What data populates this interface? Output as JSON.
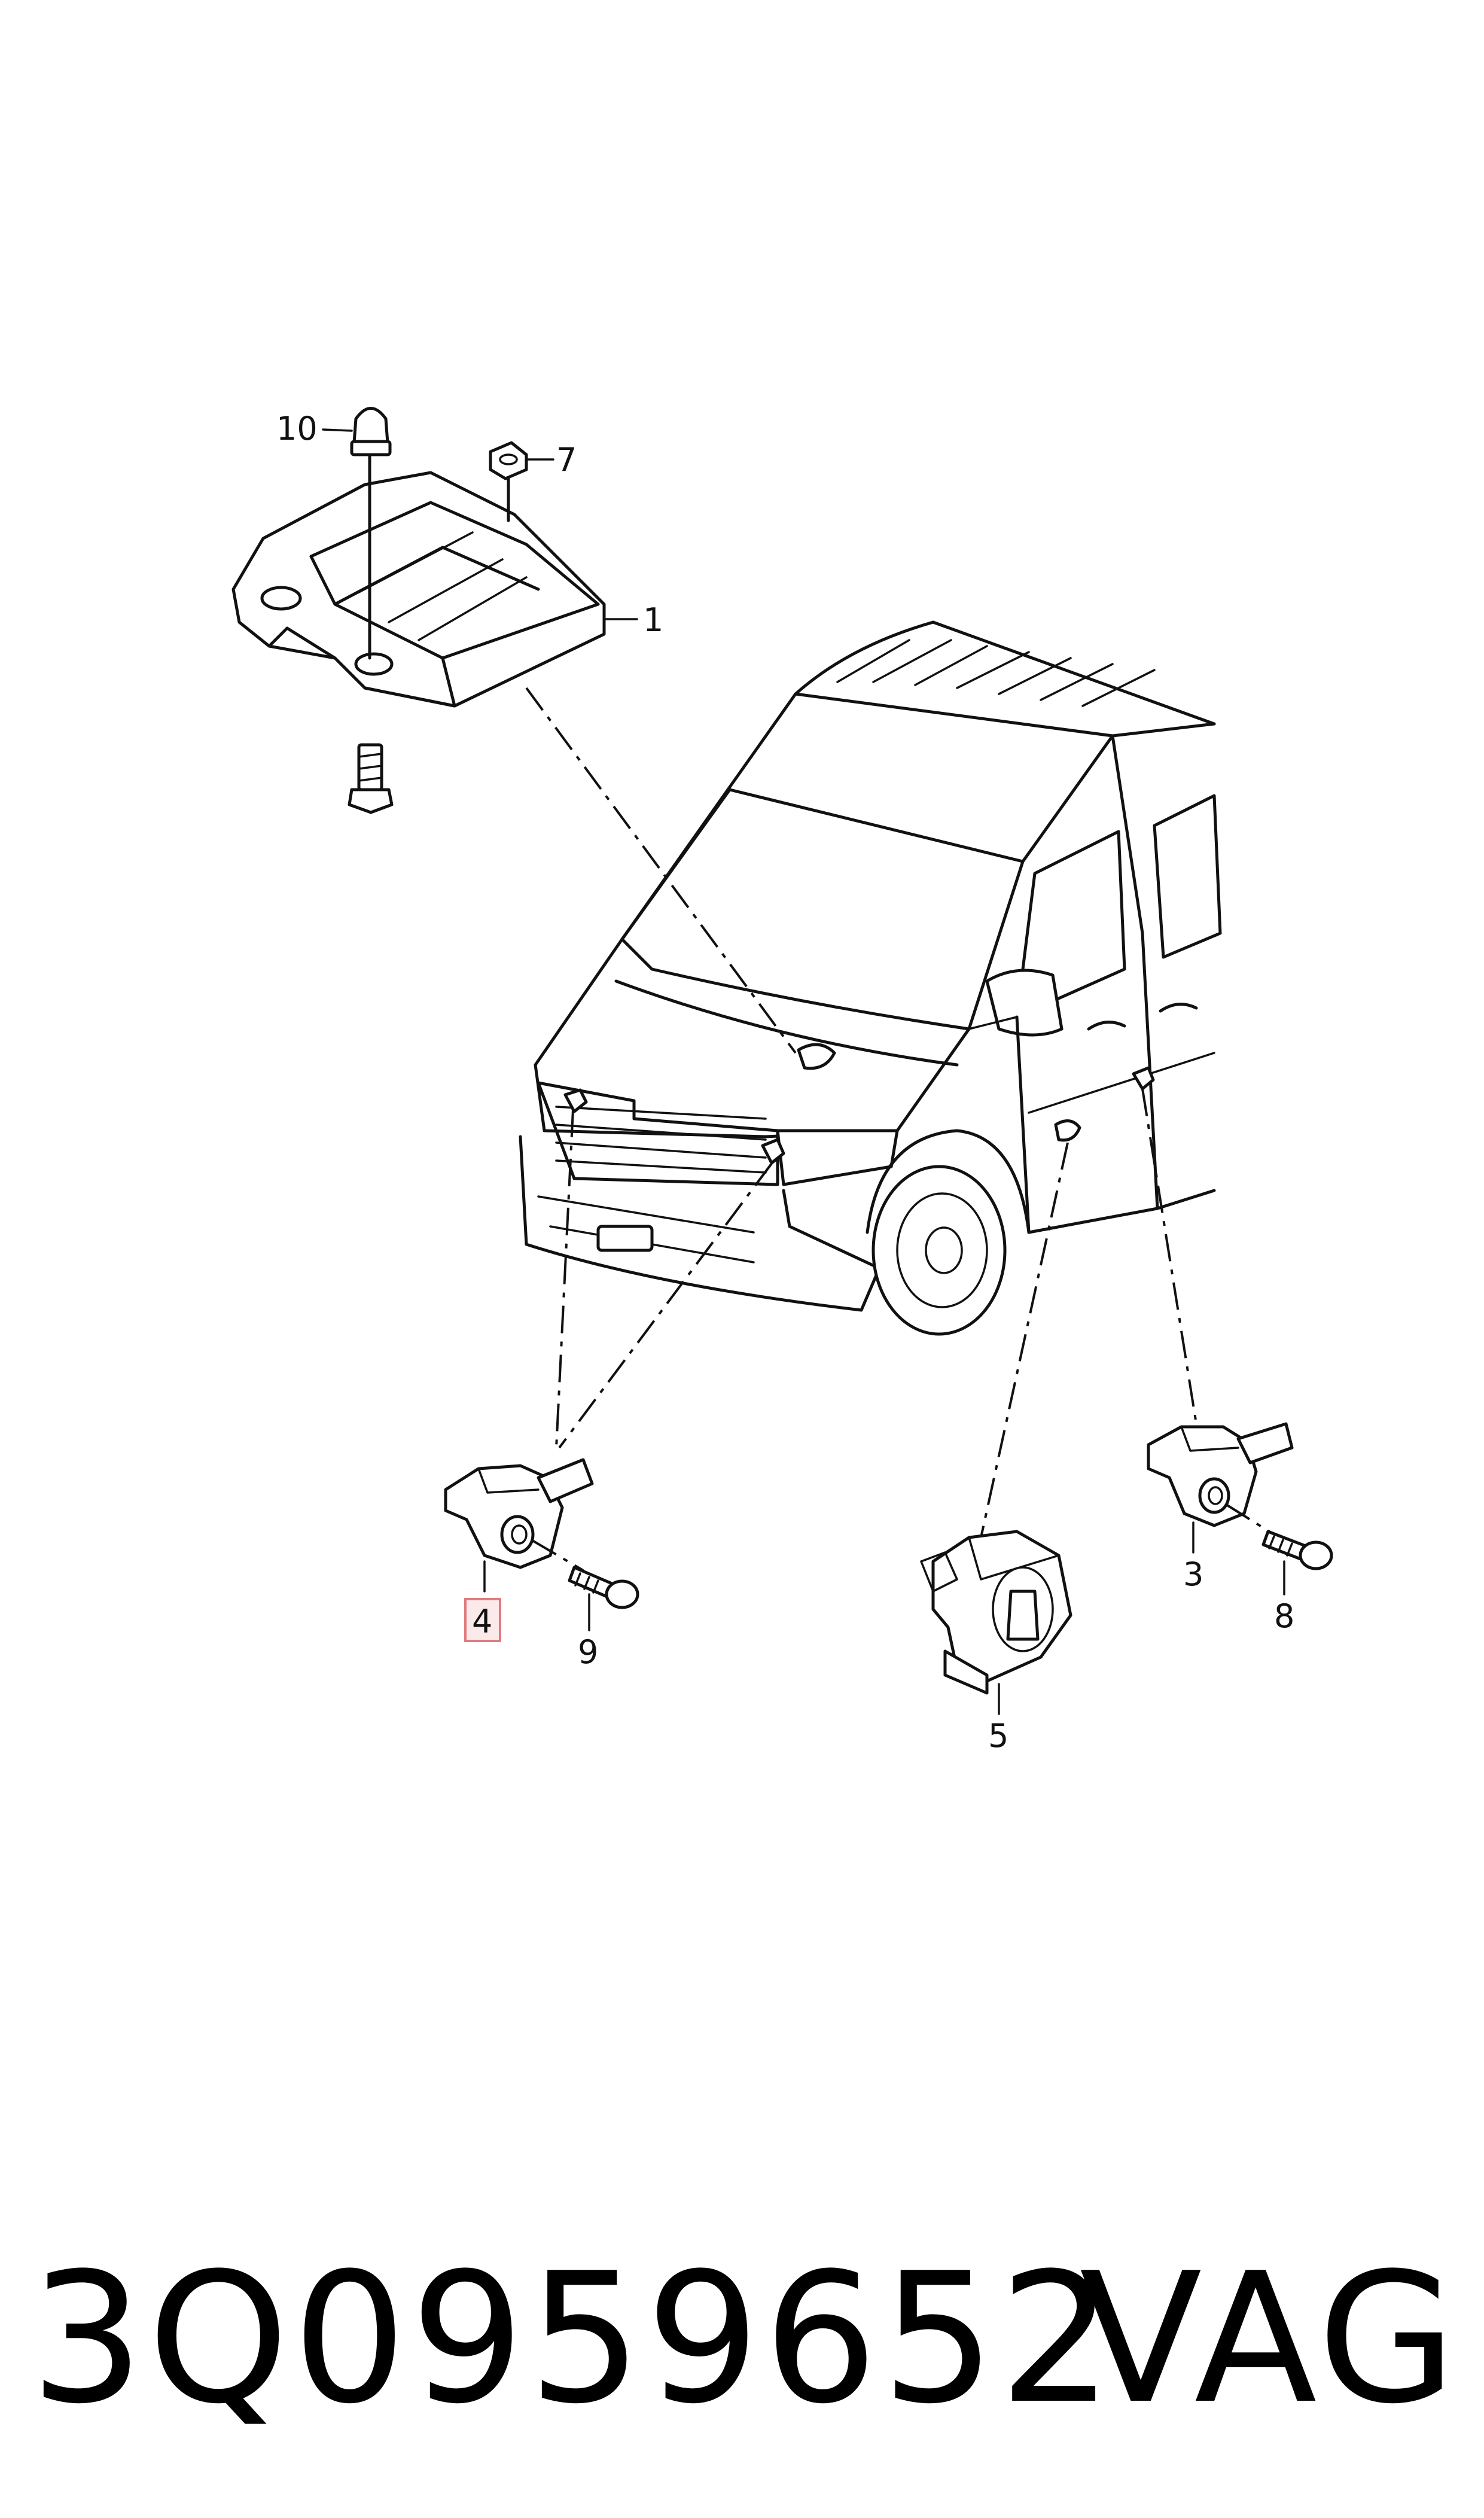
{
  "callouts": {
    "c1": "1",
    "c3": "3",
    "c4": "4",
    "c5": "5",
    "c7": "7",
    "c8": "8",
    "c9": "9",
    "c10": "10"
  },
  "highlighted_callout": "4",
  "caption": {
    "part_number": "3Q0959652",
    "brand": "VAG"
  },
  "colors": {
    "line": "#111111",
    "highlight_fill": "#fbeaea",
    "highlight_border": "#e07a80"
  }
}
